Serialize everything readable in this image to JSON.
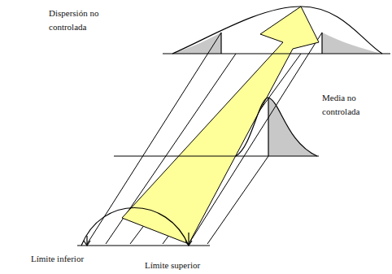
{
  "diagram": {
    "labels": [
      "Dispersión no controlada",
      "Media no controlada",
      "Límite inferior",
      "Límite superior"
    ]
  }
}
